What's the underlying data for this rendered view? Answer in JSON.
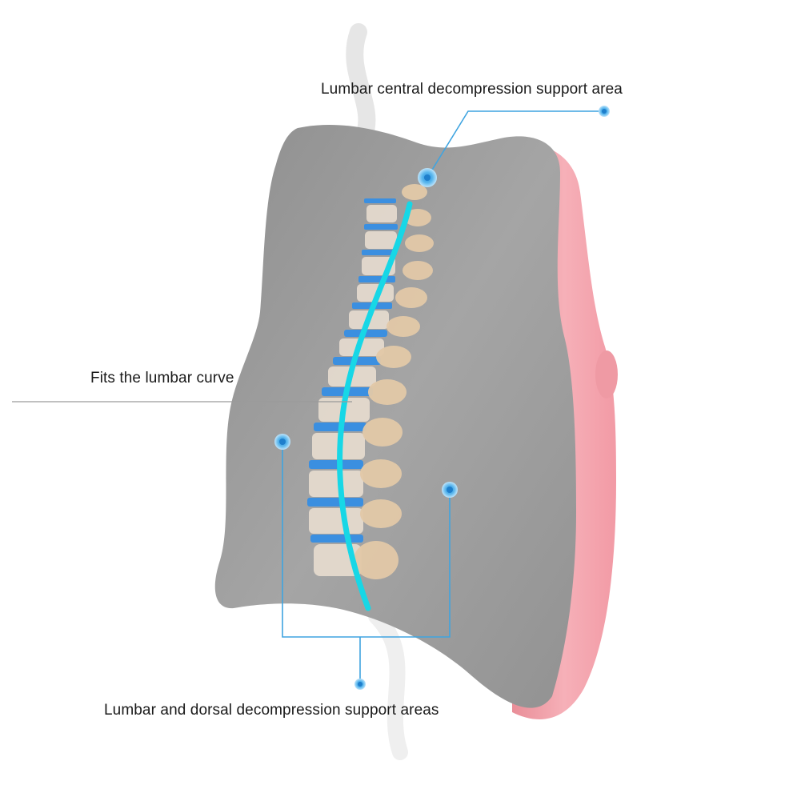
{
  "annotations": {
    "top": "Lumbar central decompression support area",
    "middle": "Fits the lumbar curve",
    "bottom": "Lumbar and dorsal decompression support areas"
  },
  "colors": {
    "cushion_gray": "#9a9a9a",
    "shell_pink": "#f0a0a8",
    "callout_blue": "#3fa4e0",
    "spine_cyan": "#17d7e6",
    "disc_blue": "#3b8fe0",
    "bone": "#e8d3b8"
  },
  "icons": [
    "callout-dot-icon"
  ]
}
